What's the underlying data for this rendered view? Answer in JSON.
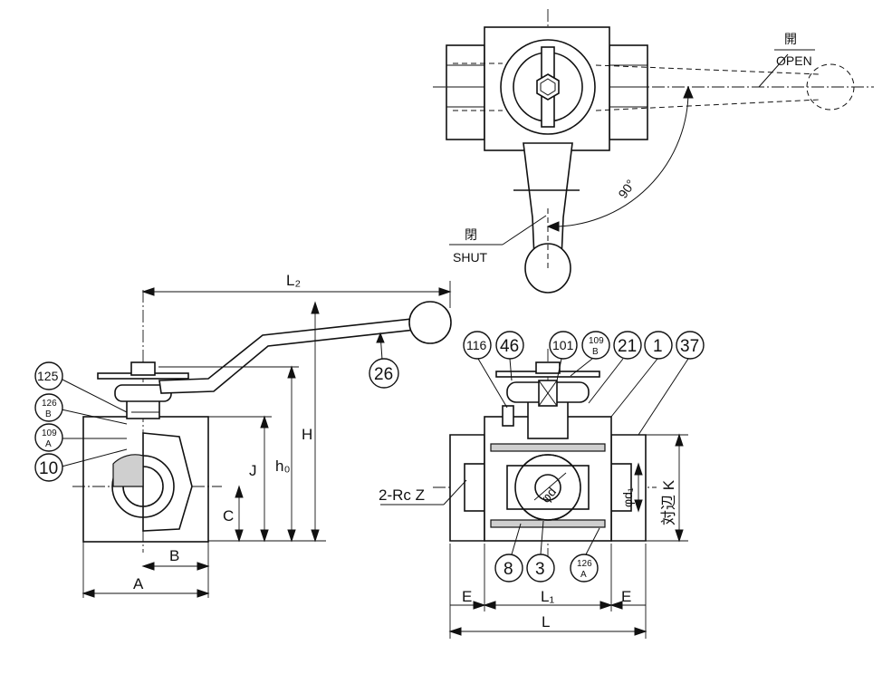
{
  "top_view": {
    "open_jp": "開",
    "open_en": "OPEN",
    "shut_jp": "閉",
    "shut_en": "SHUT",
    "angle": "90°"
  },
  "side_view": {
    "dims": {
      "L2": "L₂",
      "H": "H",
      "h0": "h₀",
      "J": "J",
      "C": "C",
      "B": "B",
      "A": "A"
    },
    "parts": [
      {
        "label": "125",
        "small": false
      },
      {
        "top": "126",
        "bottom": "B",
        "small": true
      },
      {
        "top": "109",
        "bottom": "A",
        "small": true
      },
      {
        "label": "10",
        "small": false
      },
      {
        "label": "26",
        "small": false
      }
    ]
  },
  "front_view": {
    "dims": {
      "E_left": "E",
      "L1": "L₁",
      "E_right": "E",
      "L": "L",
      "K": "対辺 K",
      "d1": "φd₁",
      "d": "φd",
      "port": "2-Rc Z"
    },
    "parts_top": [
      "116",
      "46",
      "101",
      "109/B",
      "21",
      "1",
      "37"
    ],
    "parts_bottom": [
      "8",
      "3",
      "126/A"
    ],
    "p116": "116",
    "p46": "46",
    "p101": "101",
    "p109b_top": "109",
    "p109b_bottom": "B",
    "p21": "21",
    "p1": "1",
    "p37": "37",
    "p8": "8",
    "p3": "3",
    "p126a_top": "126",
    "p126a_bottom": "A"
  }
}
